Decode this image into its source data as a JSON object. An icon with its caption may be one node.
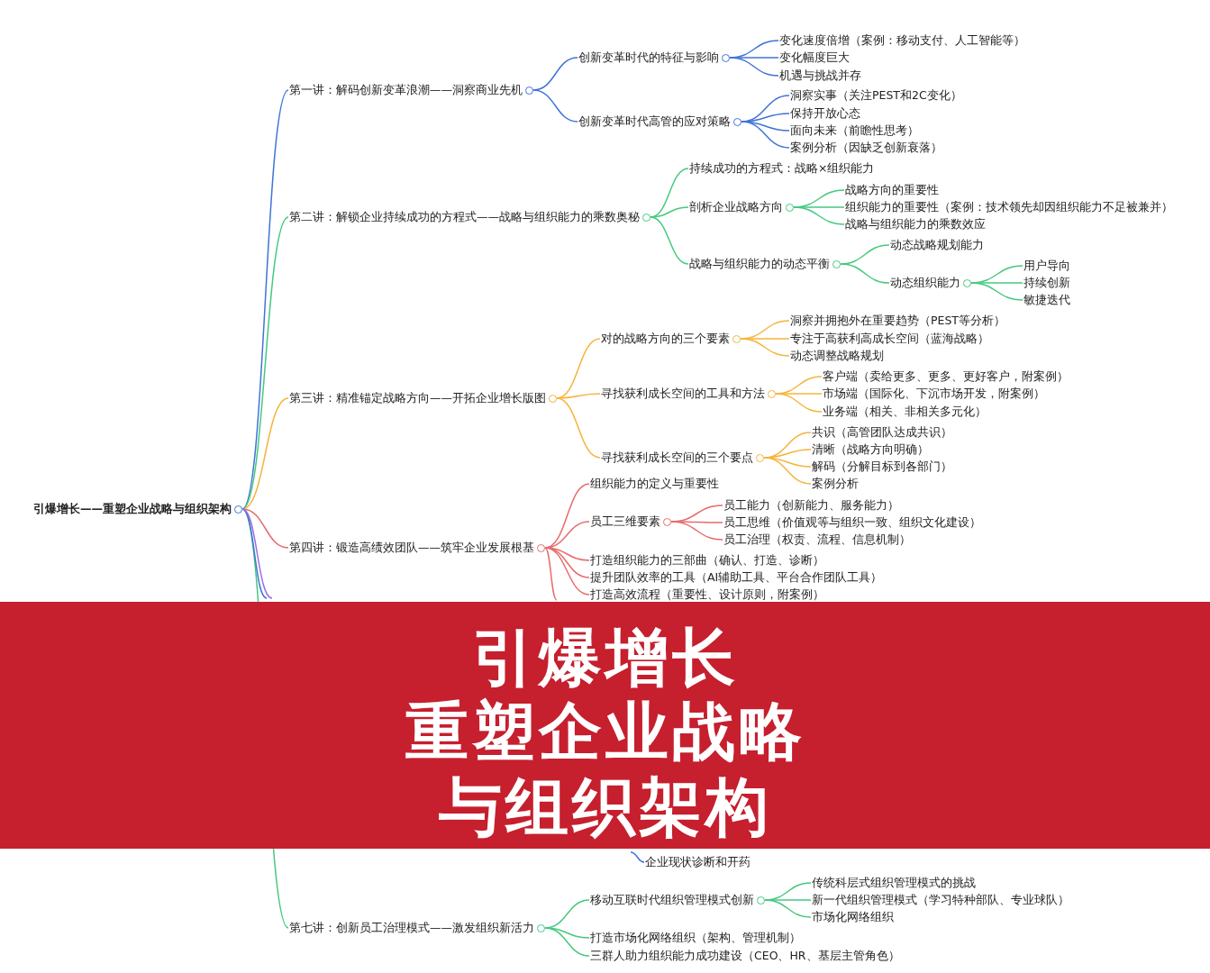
{
  "diagram": {
    "nodes": [
      {
        "text": [
          "引爆增长——重塑企业战略与组织架构"
        ]
      },
      {
        "text": [
          "第一讲：解码创新变革浪潮——洞察商业先机"
        ]
      },
      {
        "text": [
          "创新变革时代的特征与影响"
        ]
      },
      {
        "text": [
          "变化速度倍增（案例：移动支付、人工智能等）"
        ]
      },
      {
        "text": [
          "变化幅度巨大"
        ]
      },
      {
        "text": [
          "机遇与挑战并存"
        ]
      },
      {
        "text": [
          "创新变革时代高管的应对策略"
        ]
      },
      {
        "text": [
          "洞察实事（关注PEST和2C变化）"
        ]
      },
      {
        "text": [
          "保持开放心态"
        ]
      },
      {
        "text": [
          "面向未来（前瞻性思考）"
        ]
      },
      {
        "text": [
          "案例分析（因缺乏创新衰落）"
        ]
      },
      {
        "text": [
          "第二讲：解锁企业持续成功的方程式——战略与组织能力的乘数奥秘"
        ]
      },
      {
        "text": [
          "持续成功的方程式：战略×组织能力"
        ]
      },
      {
        "text": [
          "剖析企业战略方向"
        ]
      },
      {
        "text": [
          "战略方向的重要性"
        ]
      },
      {
        "text": [
          "组织能力的重要性（案例：技术领先却因组织能力不足被兼并）"
        ]
      },
      {
        "text": [
          "战略与组织能力的乘数效应"
        ]
      },
      {
        "text": [
          "战略与组织能力的动态平衡"
        ]
      },
      {
        "text": [
          "动态战略规划能力"
        ]
      },
      {
        "text": [
          "动态组织能力"
        ]
      },
      {
        "text": [
          "用户导向"
        ]
      },
      {
        "text": [
          "持续创新"
        ]
      },
      {
        "text": [
          "敏捷迭代"
        ]
      },
      {
        "text": [
          "第三讲：精准锚定战略方向——开拓企业增长版图"
        ]
      },
      {
        "text": [
          "对的战略方向的三个要素"
        ]
      },
      {
        "text": [
          "洞察并拥抱外在重要趋势（PEST等分析）"
        ]
      },
      {
        "text": [
          "专注于高获利高成长空间（蓝海战略）"
        ]
      },
      {
        "text": [
          "动态调整战略规划"
        ]
      },
      {
        "text": [
          "寻找获利成长空间的工具和方法"
        ]
      },
      {
        "text": [
          "客户端（卖给更多、更多、更好客户，附案例）"
        ]
      },
      {
        "text": [
          "市场端（国际化、下沉市场开发，附案例）"
        ]
      },
      {
        "text": [
          "业务端（相关、非相关多元化）"
        ]
      },
      {
        "text": [
          "寻找获利成长空间的三个要点"
        ]
      },
      {
        "text": [
          "共识（高管团队达成共识）"
        ]
      },
      {
        "text": [
          "清晰（战略方向明确）"
        ]
      },
      {
        "text": [
          "解码（分解目标到各部门）"
        ]
      },
      {
        "text": [
          "案例分析"
        ]
      },
      {
        "text": [
          "第四讲：锻造高绩效团队——筑牢企业发展根基"
        ]
      },
      {
        "text": [
          "组织能力的定义与重要性"
        ]
      },
      {
        "text": [
          "员工三维要素"
        ]
      },
      {
        "text": [
          "员工能力（创新能力、服务能力）"
        ]
      },
      {
        "text": [
          "员工思维（价值观等与组织一致、组织文化建设）"
        ]
      },
      {
        "text": [
          "员工治理（权责、流程、信息机制）"
        ]
      },
      {
        "text": [
          "打造组织能力的三部曲（确认、打造、诊断）"
        ]
      },
      {
        "text": [
          "提升团队效率的工具（AI辅助工具、平台合作团队工具）"
        ]
      },
      {
        "text": [
          "打造高效流程（重要性、设计原则，附案例）"
        ]
      },
      {
        "text": [
          "企业现状诊断和开药"
        ]
      },
      {
        "text": [
          "第七讲：创新员工治理模式——激发组织新活力"
        ]
      },
      {
        "text": [
          "移动互联时代组织管理模式创新"
        ]
      },
      {
        "text": [
          "传统科层式组织管理模式的挑战"
        ]
      },
      {
        "text": [
          "新一代组织管理模式（学习特种部队、专业球队）"
        ]
      },
      {
        "text": [
          "市场化网络组织"
        ]
      },
      {
        "text": [
          "打造市场化网络组织（架构、管理机制）"
        ]
      },
      {
        "text": [
          "三群人助力组织能力成功建设（CEO、HR、基层主管角色）"
        ]
      }
    ],
    "edges": [
      {
        "from": 0,
        "to": 1,
        "arrow": "none",
        "color": "#3f74d6"
      },
      {
        "from": 0,
        "to": 11,
        "arrow": "none",
        "color": "#45c97f"
      },
      {
        "from": 0,
        "to": 23,
        "arrow": "none",
        "color": "#f5b43a"
      },
      {
        "from": 0,
        "to": 37,
        "arrow": "none",
        "color": "#e76b6b"
      },
      {
        "from": 0,
        "to": 47,
        "arrow": "none",
        "color": "#45c97f"
      },
      {
        "from": 0,
        "to": null,
        "arrow": "none",
        "color": "#3f74d6"
      },
      {
        "from": 0,
        "to": null,
        "arrow": "none",
        "color": "#9b6ee0"
      },
      {
        "from": 1,
        "to": 2,
        "arrow": "none",
        "color": "#3f74d6"
      },
      {
        "from": 1,
        "to": 6,
        "arrow": "none",
        "color": "#3f74d6"
      },
      {
        "from": 2,
        "to": 3,
        "arrow": "none",
        "color": "#3f74d6"
      },
      {
        "from": 2,
        "to": 4,
        "arrow": "none",
        "color": "#3f74d6"
      },
      {
        "from": 2,
        "to": 5,
        "arrow": "none",
        "color": "#3f74d6"
      },
      {
        "from": 6,
        "to": 7,
        "arrow": "none",
        "color": "#3f74d6"
      },
      {
        "from": 6,
        "to": 8,
        "arrow": "none",
        "color": "#3f74d6"
      },
      {
        "from": 6,
        "to": 9,
        "arrow": "none",
        "color": "#3f74d6"
      },
      {
        "from": 6,
        "to": 10,
        "arrow": "none",
        "color": "#3f74d6"
      },
      {
        "from": 11,
        "to": 12,
        "arrow": "none",
        "color": "#45c97f"
      },
      {
        "from": 11,
        "to": 13,
        "arrow": "none",
        "color": "#45c97f"
      },
      {
        "from": 11,
        "to": 17,
        "arrow": "none",
        "color": "#45c97f"
      },
      {
        "from": 13,
        "to": 14,
        "arrow": "none",
        "color": "#45c97f"
      },
      {
        "from": 13,
        "to": 15,
        "arrow": "none",
        "color": "#45c97f"
      },
      {
        "from": 13,
        "to": 16,
        "arrow": "none",
        "color": "#45c97f"
      },
      {
        "from": 17,
        "to": 18,
        "arrow": "none",
        "color": "#45c97f"
      },
      {
        "from": 17,
        "to": 19,
        "arrow": "none",
        "color": "#45c97f"
      },
      {
        "from": 19,
        "to": 20,
        "arrow": "none",
        "color": "#45c97f"
      },
      {
        "from": 19,
        "to": 21,
        "arrow": "none",
        "color": "#45c97f"
      },
      {
        "from": 19,
        "to": 22,
        "arrow": "none",
        "color": "#45c97f"
      },
      {
        "from": 23,
        "to": 24,
        "arrow": "none",
        "color": "#f5b43a"
      },
      {
        "from": 23,
        "to": 28,
        "arrow": "none",
        "color": "#f5b43a"
      },
      {
        "from": 23,
        "to": 32,
        "arrow": "none",
        "color": "#f5b43a"
      },
      {
        "from": 24,
        "to": 25,
        "arrow": "none",
        "color": "#f5b43a"
      },
      {
        "from": 24,
        "to": 26,
        "arrow": "none",
        "color": "#f5b43a"
      },
      {
        "from": 24,
        "to": 27,
        "arrow": "none",
        "color": "#f5b43a"
      },
      {
        "from": 28,
        "to": 29,
        "arrow": "none",
        "color": "#f5b43a"
      },
      {
        "from": 28,
        "to": 30,
        "arrow": "none",
        "color": "#f5b43a"
      },
      {
        "from": 28,
        "to": 31,
        "arrow": "none",
        "color": "#f5b43a"
      },
      {
        "from": 32,
        "to": 33,
        "arrow": "none",
        "color": "#f5b43a"
      },
      {
        "from": 32,
        "to": 34,
        "arrow": "none",
        "color": "#f5b43a"
      },
      {
        "from": 32,
        "to": 35,
        "arrow": "none",
        "color": "#f5b43a"
      },
      {
        "from": 32,
        "to": 36,
        "arrow": "none",
        "color": "#f5b43a"
      },
      {
        "from": 37,
        "to": 38,
        "arrow": "none",
        "color": "#e76b6b"
      },
      {
        "from": 37,
        "to": 39,
        "arrow": "none",
        "color": "#e76b6b"
      },
      {
        "from": 37,
        "to": 43,
        "arrow": "none",
        "color": "#e76b6b"
      },
      {
        "from": 37,
        "to": 44,
        "arrow": "none",
        "color": "#e76b6b"
      },
      {
        "from": 37,
        "to": 45,
        "arrow": "none",
        "color": "#e76b6b"
      },
      {
        "from": 37,
        "to": null,
        "arrow": "none",
        "color": "#e76b6b"
      },
      {
        "from": 39,
        "to": 40,
        "arrow": "none",
        "color": "#e76b6b"
      },
      {
        "from": 39,
        "to": 41,
        "arrow": "none",
        "color": "#e76b6b"
      },
      {
        "from": 39,
        "to": 42,
        "arrow": "none",
        "color": "#e76b6b"
      },
      {
        "from": null,
        "to": 46,
        "arrow": "none",
        "color": "#3f74d6"
      },
      {
        "from": 47,
        "to": 48,
        "arrow": "none",
        "color": "#45c97f"
      },
      {
        "from": 47,
        "to": 52,
        "arrow": "none",
        "color": "#45c97f"
      },
      {
        "from": 47,
        "to": 53,
        "arrow": "none",
        "color": "#45c97f"
      },
      {
        "from": 48,
        "to": 49,
        "arrow": "none",
        "color": "#45c97f"
      },
      {
        "from": 48,
        "to": 50,
        "arrow": "none",
        "color": "#45c97f"
      },
      {
        "from": 48,
        "to": 51,
        "arrow": "none",
        "color": "#45c97f"
      }
    ],
    "labels": [
      "引爆增长",
      "重塑企业战略",
      "与组织架构"
    ]
  }
}
